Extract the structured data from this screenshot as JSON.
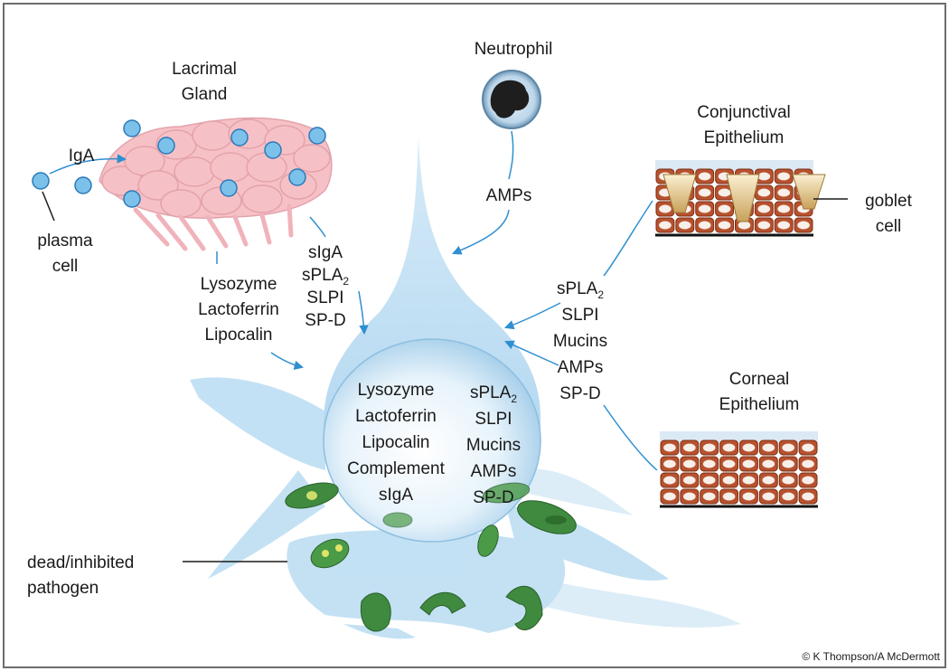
{
  "labels": {
    "neutrophil": "Neutrophil",
    "lacrimal_gland": [
      "Lacrimal",
      "Gland"
    ],
    "iga": "IgA",
    "plasma_cell": [
      "plasma",
      "cell"
    ],
    "neutrophil_output": "AMPs",
    "conjunctival_epithelium": [
      "Conjunctival",
      "Epithelium"
    ],
    "goblet_cell": [
      "goblet",
      "cell"
    ],
    "corneal_epithelium": [
      "Corneal",
      "Epithelium"
    ],
    "dead_pathogen": [
      "dead/inhibited",
      "pathogen"
    ],
    "copyright": "© K Thompson/A McDermott"
  },
  "lists": {
    "gland_acinar": [
      "Lysozyme",
      "Lactoferrin",
      "Lipocalin"
    ],
    "gland_duct": [
      {
        "base": "sIgA",
        "sub": ""
      },
      {
        "base": "sPLA",
        "sub": "2"
      },
      {
        "base": "SLPI",
        "sub": ""
      },
      {
        "base": "SP-D",
        "sub": ""
      }
    ],
    "epithelium_secretions": [
      {
        "base": "sPLA",
        "sub": "2"
      },
      {
        "base": "SLPI",
        "sub": ""
      },
      {
        "base": "Mucins",
        "sub": ""
      },
      {
        "base": "AMPs",
        "sub": ""
      },
      {
        "base": "SP-D",
        "sub": ""
      }
    ],
    "tear_left": [
      "Lysozyme",
      "Lactoferrin",
      "Lipocalin",
      "Complement",
      "sIgA"
    ],
    "tear_right": [
      {
        "base": "sPLA",
        "sub": "2"
      },
      {
        "base": "SLPI",
        "sub": ""
      },
      {
        "base": "Mucins",
        "sub": ""
      },
      {
        "base": "AMPs",
        "sub": ""
      },
      {
        "base": "SP-D",
        "sub": ""
      }
    ]
  },
  "colors": {
    "arrow": "#2f8fd0",
    "tear": "#cfe6f5",
    "plasma_cell": "#7cc1ea",
    "gland": "#f6c1c6",
    "epithelium": "#b8512e",
    "pathogen": "#3f8a3f"
  }
}
